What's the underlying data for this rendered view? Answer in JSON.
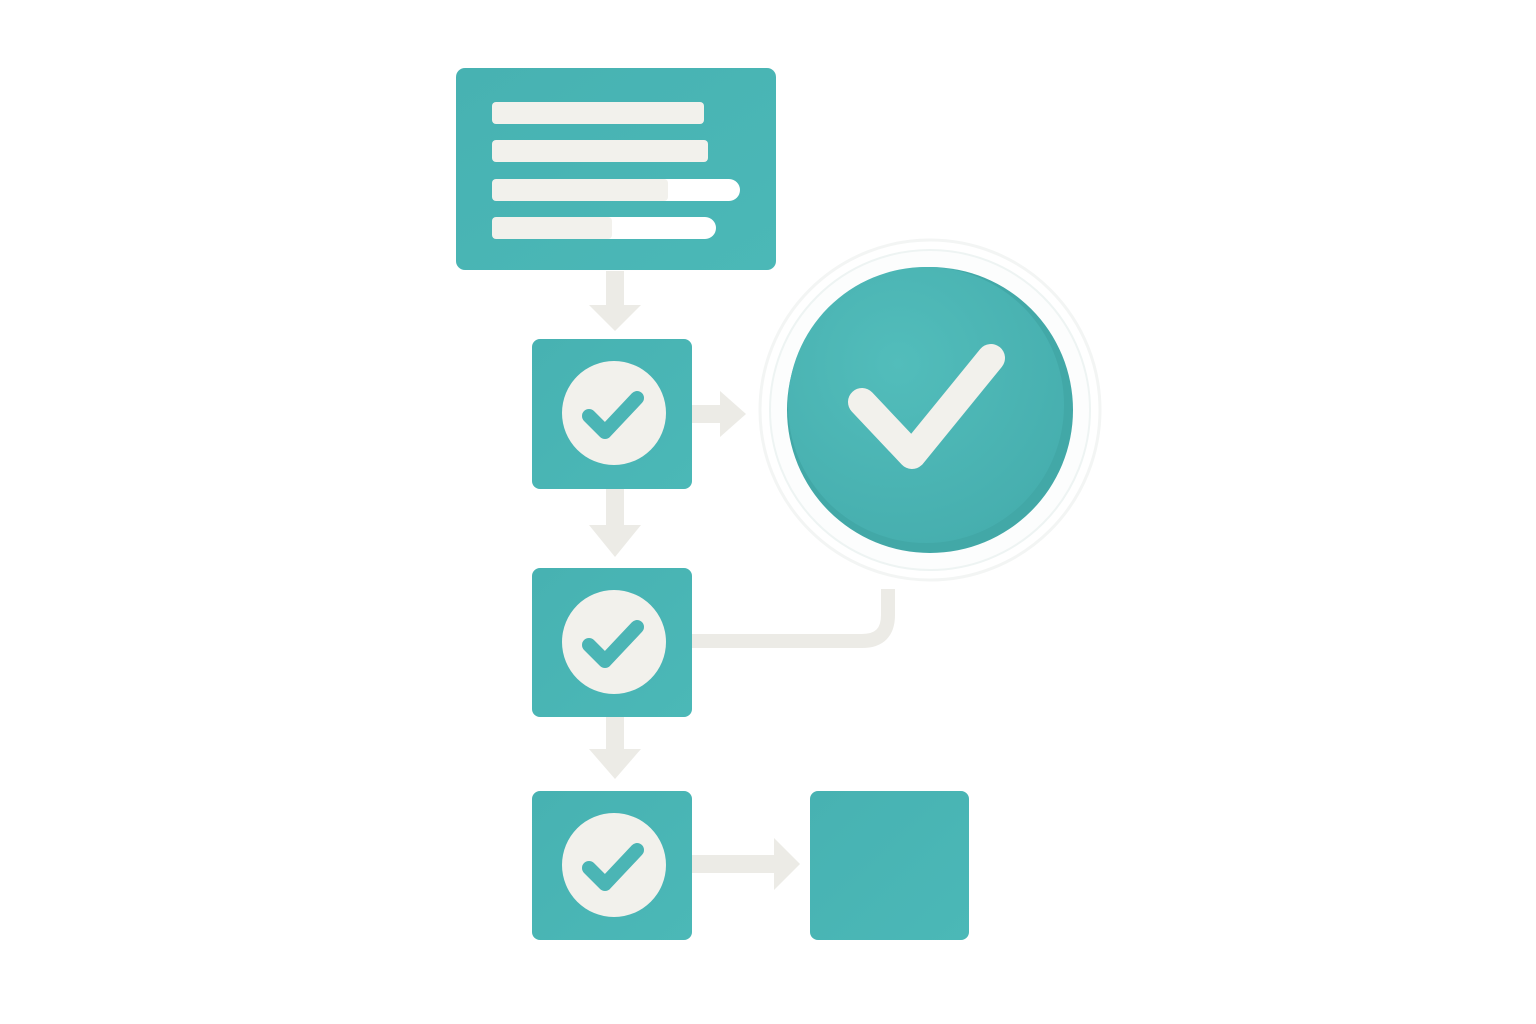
{
  "colors": {
    "background": "#ffffff",
    "teal": "#4bb5b5",
    "teal_dark": "#3fa6a6",
    "cream": "#f2f1ec",
    "connector": "#ecebe6"
  },
  "diagram": {
    "type": "flowchart",
    "nodes": [
      {
        "id": "form-card",
        "kind": "document",
        "icon": "text-lines-icon",
        "lines": 4
      },
      {
        "id": "step-1",
        "kind": "task",
        "icon": "check-circle-icon",
        "state": "complete"
      },
      {
        "id": "step-2",
        "kind": "task",
        "icon": "check-circle-icon",
        "state": "complete"
      },
      {
        "id": "step-3",
        "kind": "task",
        "icon": "check-circle-icon",
        "state": "complete"
      },
      {
        "id": "approval",
        "kind": "result",
        "icon": "big-checkmark-icon",
        "state": "approved"
      },
      {
        "id": "output",
        "kind": "task",
        "icon": "",
        "state": "empty"
      }
    ],
    "edges": [
      {
        "from": "form-card",
        "to": "step-1",
        "arrow": true
      },
      {
        "from": "step-1",
        "to": "step-2",
        "arrow": true
      },
      {
        "from": "step-2",
        "to": "step-3",
        "arrow": true
      },
      {
        "from": "step-1",
        "to": "approval",
        "arrow": true
      },
      {
        "from": "step-2",
        "to": "approval",
        "arrow": false
      },
      {
        "from": "step-3",
        "to": "output",
        "arrow": true
      }
    ]
  }
}
